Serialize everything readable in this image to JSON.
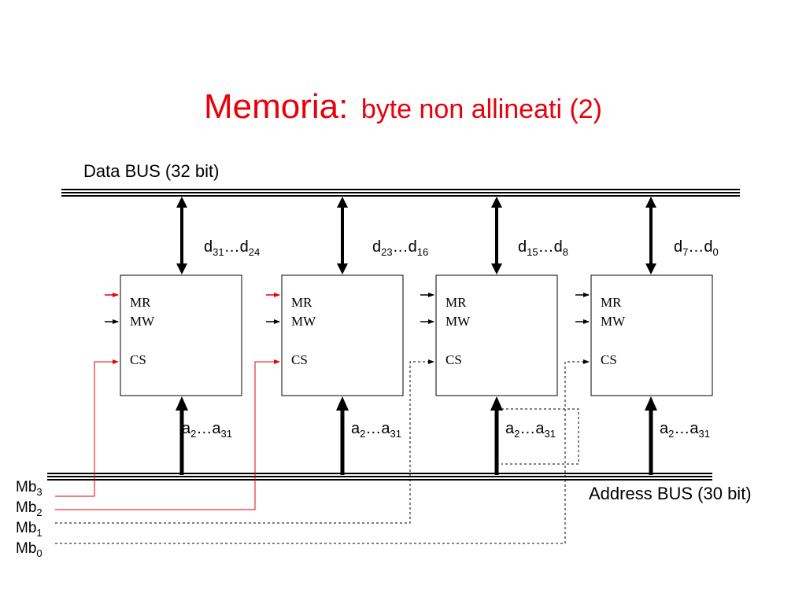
{
  "title": {
    "main": "Memoria:",
    "sub": "byte non allineati (2)",
    "color": "#e8000b"
  },
  "data_bus": {
    "label": "Data BUS (32 bit)"
  },
  "address_bus": {
    "label": "Address BUS (30 bit)"
  },
  "modules": [
    {
      "data_lines": {
        "base1": "d",
        "sub1": "31",
        "mid": "…",
        "base2": "d",
        "sub2": "24"
      },
      "addr_lines": {
        "base1": "a",
        "sub1": "2",
        "mid": "…",
        "base2": "a",
        "sub2": "31"
      },
      "signals": {
        "mr": "MR",
        "mw": "MW",
        "cs": "CS"
      },
      "select_line": "Mb3",
      "mr_arrow_color": "#e8000b"
    },
    {
      "data_lines": {
        "base1": "d",
        "sub1": "23",
        "mid": "…",
        "base2": "d",
        "sub2": "16"
      },
      "addr_lines": {
        "base1": "a",
        "sub1": "2",
        "mid": "…",
        "base2": "a",
        "sub2": "31"
      },
      "signals": {
        "mr": "MR",
        "mw": "MW",
        "cs": "CS"
      },
      "select_line": "Mb2",
      "mr_arrow_color": "#e8000b"
    },
    {
      "data_lines": {
        "base1": "d",
        "sub1": "15",
        "mid": "…",
        "base2": "d",
        "sub2": "8"
      },
      "addr_lines": {
        "base1": "a",
        "sub1": "2",
        "mid": "…",
        "base2": "a",
        "sub2": "31"
      },
      "signals": {
        "mr": "MR",
        "mw": "MW",
        "cs": "CS"
      },
      "select_line": "Mb1",
      "mr_arrow_color": "#000000"
    },
    {
      "data_lines": {
        "base1": "d",
        "sub1": "7",
        "mid": "…",
        "base2": "d",
        "sub2": "0"
      },
      "addr_lines": {
        "base1": "a",
        "sub1": "2",
        "mid": "…",
        "base2": "a",
        "sub2": "31"
      },
      "signals": {
        "mr": "MR",
        "mw": "MW",
        "cs": "CS"
      },
      "select_line": "Mb0",
      "mr_arrow_color": "#000000"
    }
  ],
  "byte_selects": [
    {
      "base": "Mb",
      "sub": "3",
      "line_style": "solid",
      "color": "#e8000b"
    },
    {
      "base": "Mb",
      "sub": "2",
      "line_style": "solid",
      "color": "#e8000b"
    },
    {
      "base": "Mb",
      "sub": "1",
      "line_style": "dashed",
      "color": "#000000"
    },
    {
      "base": "Mb",
      "sub": "0",
      "line_style": "dashed",
      "color": "#000000"
    }
  ],
  "colors": {
    "accent": "#e8000b",
    "ink": "#000000",
    "background": "#ffffff"
  }
}
